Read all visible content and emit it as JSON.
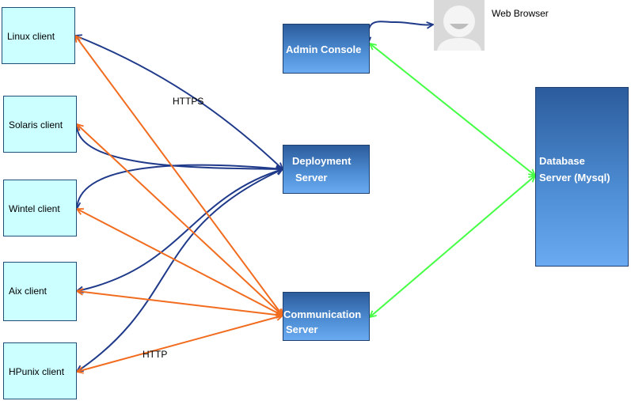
{
  "clients": [
    {
      "id": "linux",
      "label": "Linux client"
    },
    {
      "id": "solaris",
      "label": "Solaris client"
    },
    {
      "id": "wintel",
      "label": "Wintel client"
    },
    {
      "id": "aix",
      "label": "Aix client"
    },
    {
      "id": "hpunix",
      "label": "HPunix client"
    }
  ],
  "servers": {
    "admin_console": "Admin Console",
    "deployment": {
      "line1": "Deployment",
      "line2": "Server"
    },
    "communication": {
      "line1": "Communication",
      "line2": "Server"
    },
    "database": {
      "line1": "Database",
      "line2": "Server (Mysql)"
    }
  },
  "web_browser": {
    "label": "Web Browser",
    "icon": "user-avatar-icon"
  },
  "protocols": {
    "https": "HTTPS",
    "http": "HTTP"
  },
  "colors": {
    "https_link": "#1f3a8a",
    "http_link": "#f26c1f",
    "db_link": "#44ff44",
    "client_fill": "#ccffff",
    "server_fill": "#3a78c2"
  }
}
